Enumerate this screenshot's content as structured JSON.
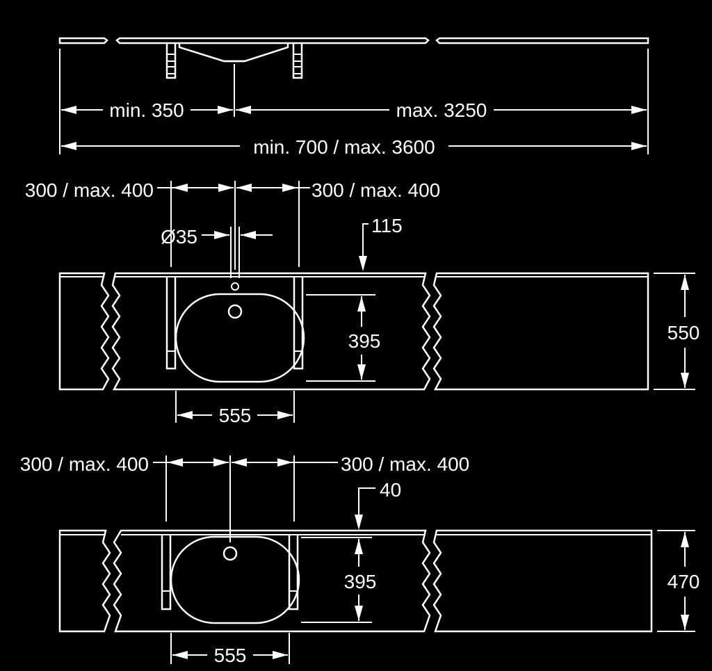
{
  "colors": {
    "background": "#000000",
    "line": "#ffffff"
  },
  "top_view": {
    "left_dim": "min. 350",
    "right_dim": "max. 3250",
    "total_dim": "min. 700 / max. 3600"
  },
  "plan_upper": {
    "left_spacing": "300 / max. 400",
    "right_spacing": "300 / max. 400",
    "tap_hole": "Ø35",
    "offset": "115",
    "bowl_depth": "395",
    "bowl_width": "555",
    "depth": "550"
  },
  "plan_lower": {
    "left_spacing": "300 / max. 400",
    "right_spacing": "300 / max. 400",
    "offset": "40",
    "bowl_depth": "395",
    "bowl_width": "555",
    "depth": "470"
  }
}
